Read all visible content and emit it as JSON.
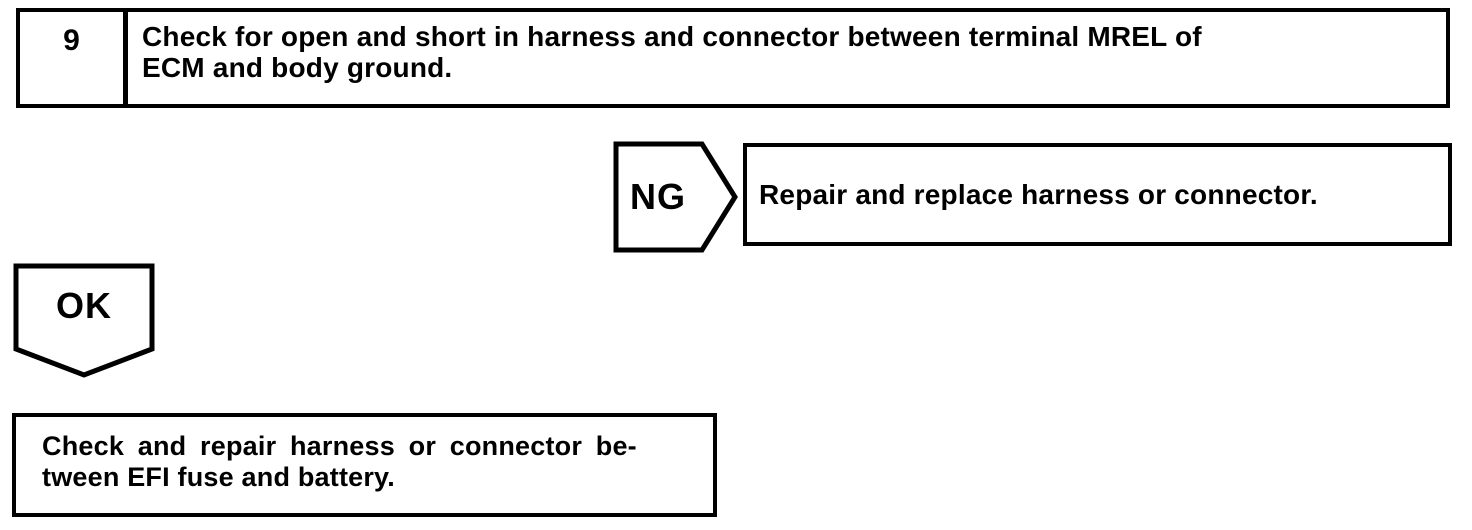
{
  "page": {
    "background_color": "#ffffff",
    "ink_color": "#000000"
  },
  "flowchart": {
    "step_box": {
      "number": "9",
      "instruction_lines": [
        "Check for open and short in harness and connector between terminal MREL of",
        "ECM and body ground."
      ]
    },
    "ng_branch": {
      "label": "NG",
      "result_text": "Repair and replace harness or connector."
    },
    "ok_branch": {
      "label": "OK",
      "result_lines": [
        "Check and repair harness or connector be-",
        "tween EFI fuse and battery."
      ]
    }
  }
}
